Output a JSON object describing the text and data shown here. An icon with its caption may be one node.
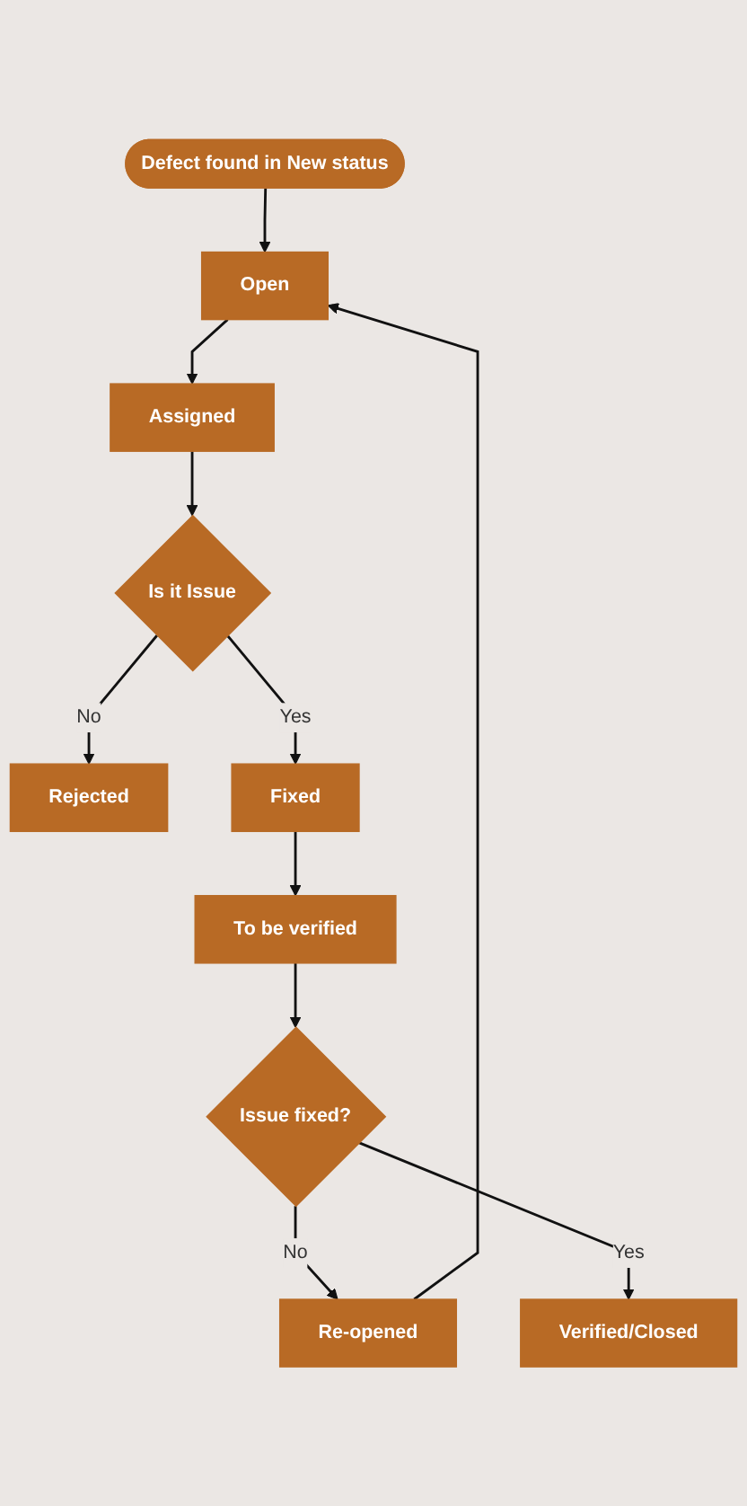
{
  "diagram": {
    "nodes": [
      {
        "text": [
          "Defect found in New status"
        ]
      },
      {
        "text": [
          "Open"
        ]
      },
      {
        "text": [
          "Assigned"
        ]
      },
      {
        "text": [
          "Is it Issue"
        ]
      },
      {
        "text": [
          "Rejected"
        ]
      },
      {
        "text": [
          "Fixed"
        ]
      },
      {
        "text": [
          "To be verified"
        ]
      },
      {
        "text": [
          "Issue fixed?"
        ]
      },
      {
        "text": [
          "Re-opened"
        ]
      },
      {
        "text": [
          "Verified/Closed"
        ]
      }
    ],
    "edges": [
      {
        "from": 0,
        "to": 1,
        "arrow": "to"
      },
      {
        "from": 1,
        "to": 2,
        "arrow": "to"
      },
      {
        "from": 2,
        "to": 3,
        "arrow": "to"
      },
      {
        "from": 3,
        "to": 4,
        "arrow": "to",
        "label": "No"
      },
      {
        "from": 3,
        "to": 5,
        "arrow": "to",
        "label": "Yes"
      },
      {
        "from": 5,
        "to": 6,
        "arrow": "to"
      },
      {
        "from": 6,
        "to": 7,
        "arrow": "to"
      },
      {
        "from": 7,
        "to": 8,
        "arrow": "to",
        "label": "No"
      },
      {
        "from": 8,
        "to": 1,
        "arrow": "to"
      },
      {
        "from": 7,
        "to": 9,
        "arrow": "to",
        "label": "Yes"
      }
    ]
  }
}
